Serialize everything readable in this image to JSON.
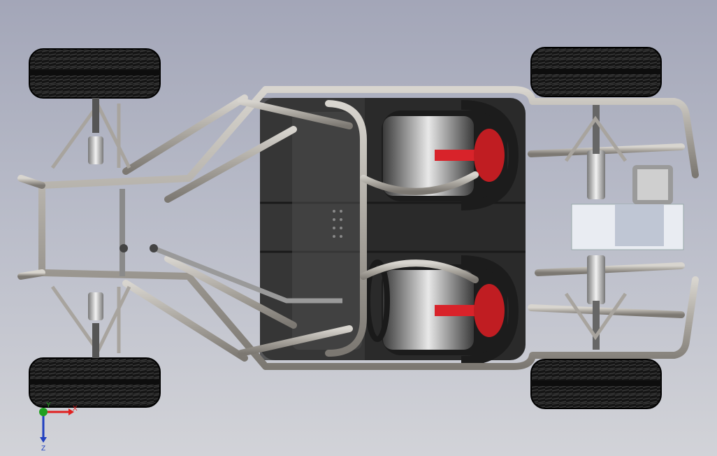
{
  "viewport": {
    "background": "gradient-grey-blue"
  },
  "model": {
    "type": "buggy-chassis-top-view",
    "tube_color": "#b9b5ae",
    "tire_color": "#1b1b1b",
    "seat_accent_color": "#d8232a",
    "floor_color": "#2c2c2c"
  },
  "triad": {
    "x_label": "X",
    "y_label": "Y",
    "z_label": "Z",
    "x_color": "#e02020",
    "y_color": "#20a020",
    "z_color": "#2040c0"
  }
}
